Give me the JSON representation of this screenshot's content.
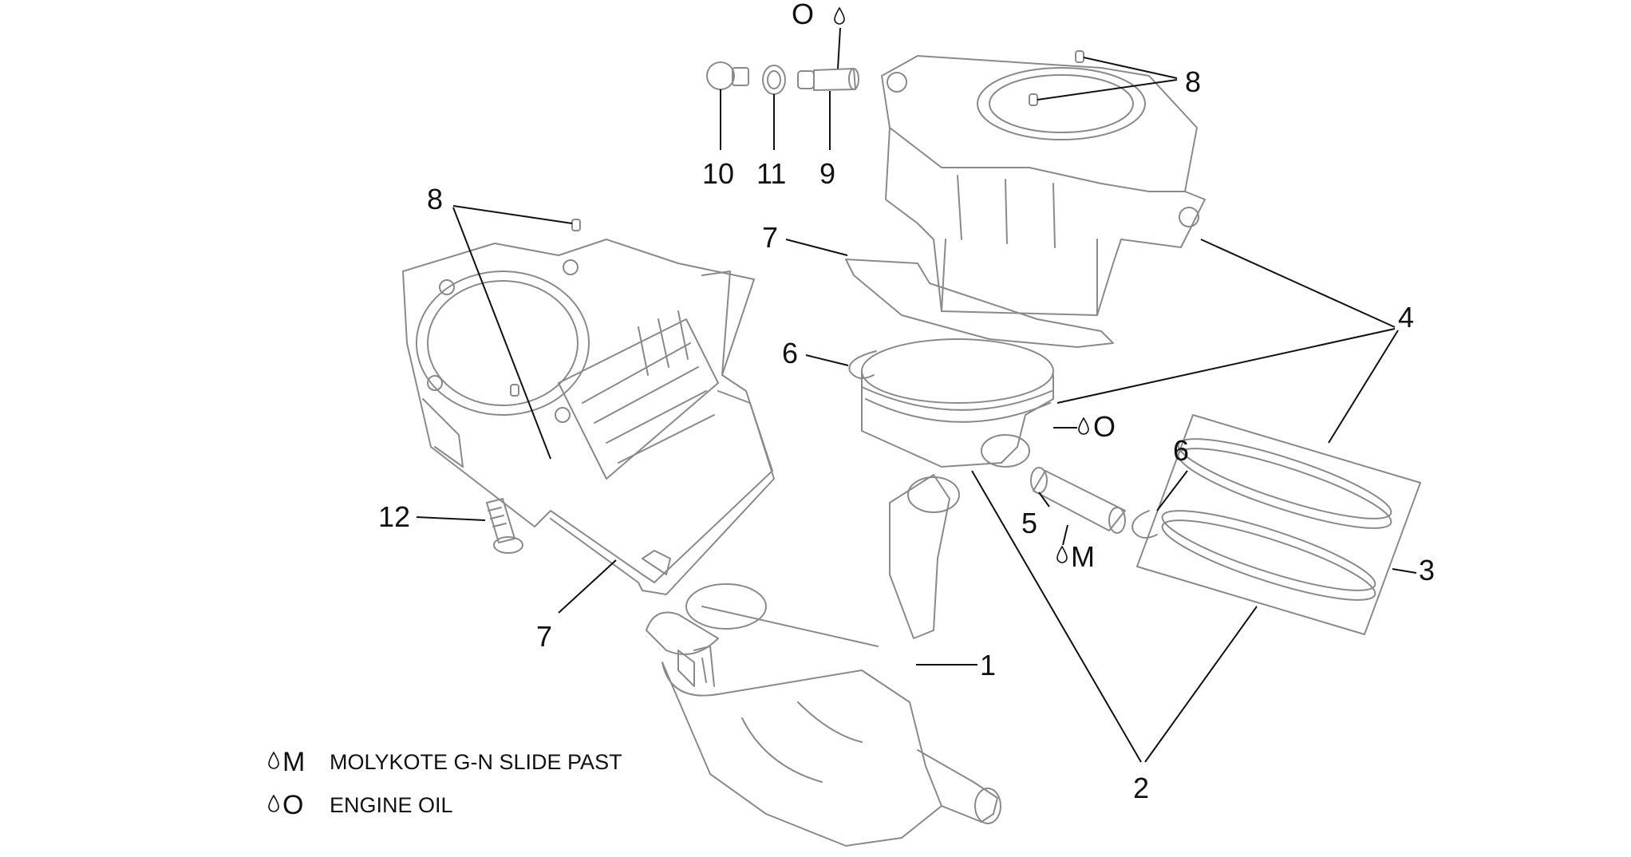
{
  "callouts": {
    "c1": "1",
    "c2": "2",
    "c3": "3",
    "c4": "4",
    "c5": "5",
    "c6a": "6",
    "c6b": "6",
    "c7a": "7",
    "c7b": "7",
    "c8a": "8",
    "c8b": "8",
    "c9": "9",
    "c10": "10",
    "c11": "11",
    "c12": "12"
  },
  "lube_marks": {
    "oil_top": "O",
    "oil_piston": "O",
    "moly_pin": "M"
  },
  "legend": [
    {
      "symbol": "M",
      "text": "MOLYKOTE G-N SLIDE PAST"
    },
    {
      "symbol": "O",
      "text": "ENGINE OIL"
    }
  ],
  "icons": {
    "drop": "oil-drop-icon"
  }
}
